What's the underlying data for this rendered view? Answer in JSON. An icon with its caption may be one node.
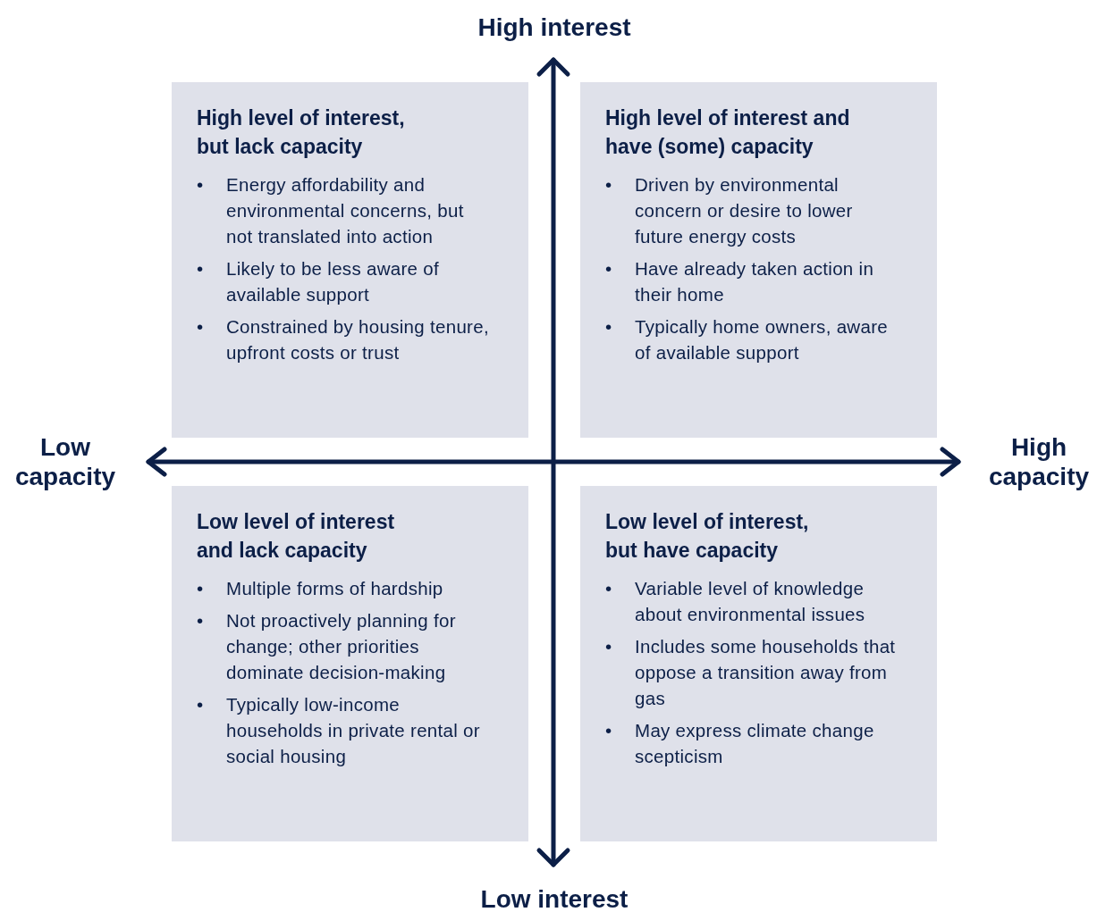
{
  "diagram": {
    "nodes": [
      {
        "text": [
          "High level of interest, but lack capacity",
          "•\tEnergy affordability and environmental concerns, but not translated into action",
          "•\tLikely to be less aware of available support",
          "•\tConstrained by housing tenure, upfront costs or trust"
        ]
      },
      {
        "text": [
          "High level of interest and have (some) capacity",
          "•\tDriven by environmental concern or desire to lower future energy costs",
          "•\tHave already taken action in their home",
          "•\tTypically home owners, aware of available support"
        ]
      },
      {
        "text": [
          "Low level of interest and lack capacity",
          "•\tMultiple forms of hardship",
          "•\tNot proactively planning for change; other priorities dominate decision-making",
          "•\tTypically low-income households in private rental or social housing"
        ]
      },
      {
        "text": [
          "Low level of interest, but have capacity",
          "•\tVariable level of knowledge about environmental issues",
          "•\tIncludes some households that oppose a transition away from gas",
          "•\tMay express climate change scepticism"
        ]
      }
    ],
    "labels": [
      "High interest",
      "Low capacity",
      "High capacity",
      "Low interest"
    ]
  }
}
